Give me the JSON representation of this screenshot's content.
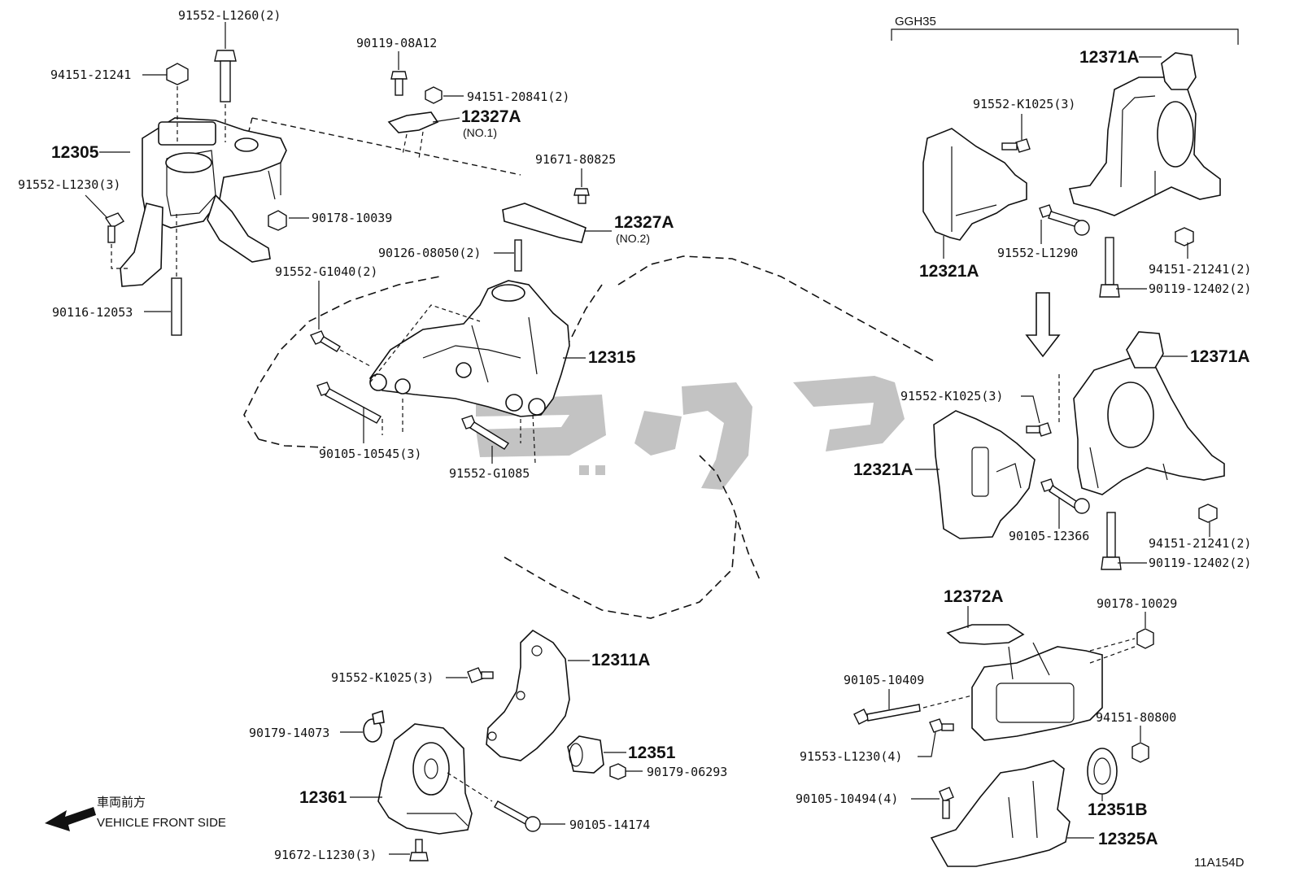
{
  "variant_label": "GGH35",
  "diagram_code": "11A154D",
  "direction": {
    "jp": "車両前方",
    "en": "VEHICLE FRONT SIDE"
  },
  "parts": {
    "p_91552_L1260": "91552-L1260(2)",
    "p_94151_21241_top": "94151-21241",
    "p_12305": "12305",
    "p_91552_L1230": "91552-L1230(3)",
    "p_90178_10039": "90178-10039",
    "p_90116_12053": "90116-12053",
    "p_90119_08A12": "90119-08A12",
    "p_94151_20841": "94151-20841(2)",
    "p_12327A_no1": "12327A",
    "p_no1": "(NO.1)",
    "p_91671_80825": "91671-80825",
    "p_12327A_no2": "12327A",
    "p_no2": "(NO.2)",
    "p_90126_08050": "90126-08050(2)",
    "p_91552_G1040": "91552-G1040(2)",
    "p_12315": "12315",
    "p_90105_10545": "90105-10545(3)",
    "p_91552_G1085": "91552-G1085",
    "p_12371A_a": "12371A",
    "p_91552_K1025_a": "91552-K1025(3)",
    "p_91552_L1290": "91552-L1290",
    "p_12321A_a": "12321A",
    "p_94151_21241_a": "94151-21241(2)",
    "p_90119_12402_a": "90119-12402(2)",
    "p_12371A_b": "12371A",
    "p_91552_K1025_b": "91552-K1025(3)",
    "p_12321A_b": "12321A",
    "p_90105_12366": "90105-12366",
    "p_94151_21241_b": "94151-21241(2)",
    "p_90119_12402_b": "90119-12402(2)",
    "p_12372A": "12372A",
    "p_90178_10029": "90178-10029",
    "p_90105_10409": "90105-10409",
    "p_94151_80800": "94151-80800",
    "p_91553_L1230": "91553-L1230(4)",
    "p_90105_10494": "90105-10494(4)",
    "p_12351B": "12351B",
    "p_12325A": "12325A",
    "p_12311A": "12311A",
    "p_91552_K1025_c": "91552-K1025(3)",
    "p_90179_14073": "90179-14073",
    "p_12351": "12351",
    "p_90179_06293": "90179-06293",
    "p_12361": "12361",
    "p_90105_14174": "90105-14174",
    "p_91672_L1230": "91672-L1230(3)"
  }
}
